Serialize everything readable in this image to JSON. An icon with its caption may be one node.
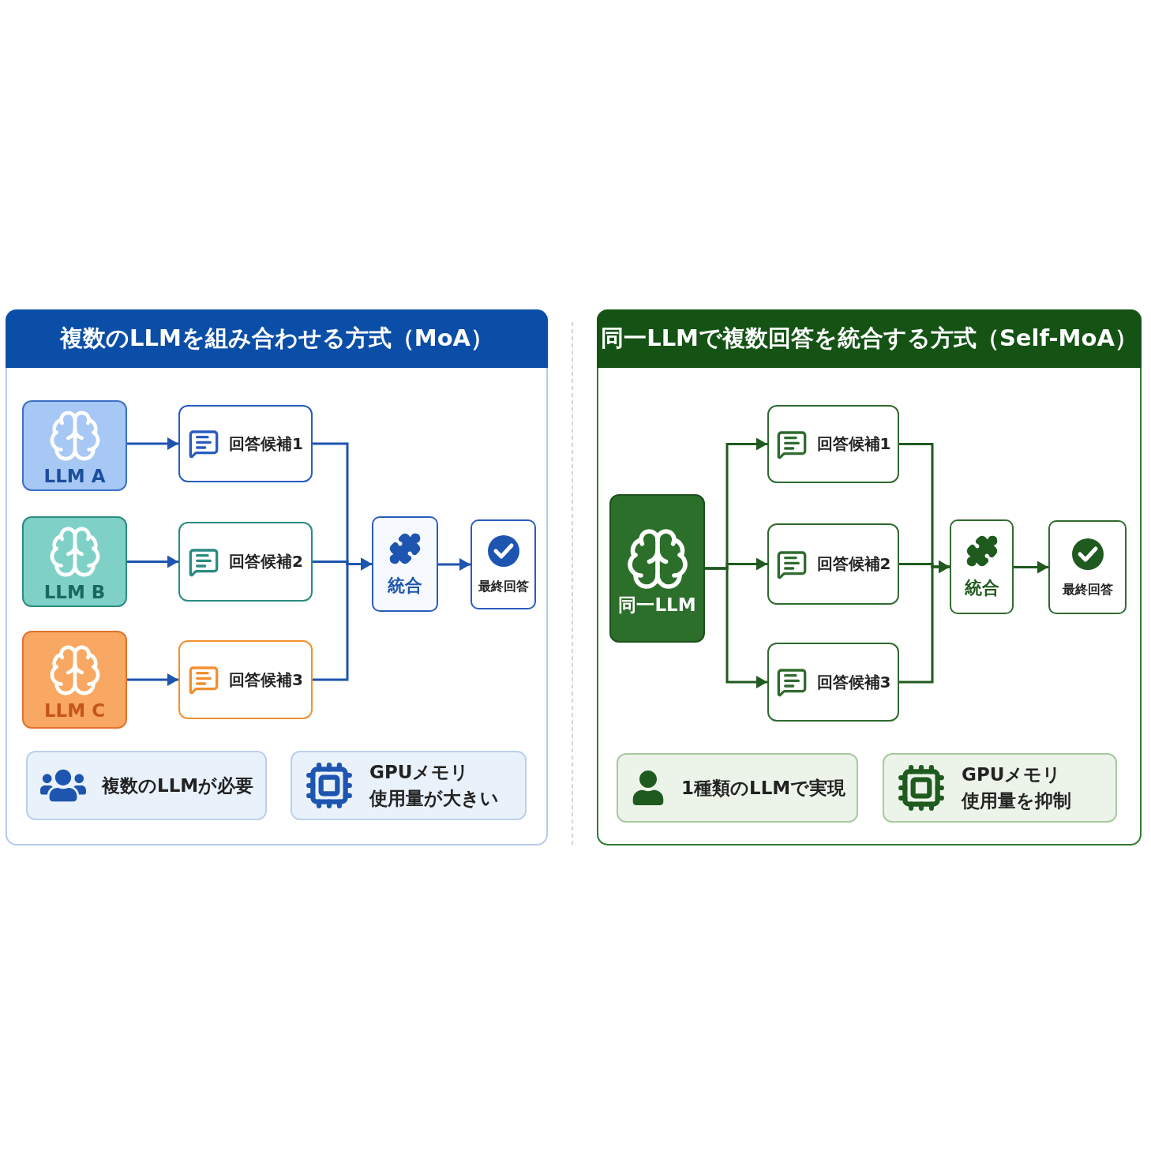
{
  "diagram": {
    "nodes": [
      {
        "text": [
          "複数のLLMを組み合わせる方式（MoA）"
        ]
      },
      {
        "text": [
          "LLM A"
        ],
        "in": 0
      },
      {
        "text": [
          "回答候補1"
        ],
        "in": 0
      },
      {
        "text": [
          "LLM B"
        ],
        "in": 0
      },
      {
        "text": [
          "回答候補2"
        ],
        "in": 0
      },
      {
        "text": [
          "LLM C"
        ],
        "in": 0
      },
      {
        "text": [
          "回答候補3"
        ],
        "in": 0
      },
      {
        "text": [
          "統合"
        ],
        "in": 0
      },
      {
        "text": [
          "最終回答"
        ],
        "in": 0
      },
      {
        "text": [
          "複数のLLMが必要"
        ],
        "in": 0
      },
      {
        "text": [
          "GPUメモリ",
          "使用量が大きい"
        ],
        "in": 0
      },
      {
        "text": [
          "同一LLMで複数回答を統合する方式（Self-MoA）"
        ]
      },
      {
        "text": [
          "同一LLM"
        ],
        "in": 11
      },
      {
        "text": [
          "回答候補1"
        ],
        "in": 11
      },
      {
        "text": [
          "回答候補2"
        ],
        "in": 11
      },
      {
        "text": [
          "回答候補3"
        ],
        "in": 11
      },
      {
        "text": [
          "統合"
        ],
        "in": 11
      },
      {
        "text": [
          "最終回答"
        ],
        "in": 11
      },
      {
        "text": [
          "1種類のLLMで実現"
        ],
        "in": 11
      },
      {
        "text": [
          "GPUメモリ",
          "使用量を抑制"
        ],
        "in": 11
      }
    ],
    "edges": [
      {
        "from": 1,
        "to": 2,
        "arrow": "to",
        "color": "#1d55b0"
      },
      {
        "from": 3,
        "to": 4,
        "arrow": "to",
        "color": "#1d55b0"
      },
      {
        "from": 5,
        "to": 6,
        "arrow": "to",
        "color": "#1d55b0"
      },
      {
        "from": 2,
        "to": 7,
        "arrow": "to",
        "color": "#1d55b0"
      },
      {
        "from": 4,
        "to": 7,
        "arrow": "to",
        "color": "#1d55b0"
      },
      {
        "from": 6,
        "to": 7,
        "arrow": "to",
        "color": "#1d55b0"
      },
      {
        "from": 7,
        "to": 8,
        "arrow": "to",
        "color": "#1d55b0"
      },
      {
        "from": 12,
        "to": 13,
        "arrow": "to",
        "color": "#1f5a1f"
      },
      {
        "from": 12,
        "to": 14,
        "arrow": "to",
        "color": "#1f5a1f"
      },
      {
        "from": 12,
        "to": 15,
        "arrow": "to",
        "color": "#1f5a1f"
      },
      {
        "from": 13,
        "to": 16,
        "arrow": "to",
        "color": "#1f5a1f"
      },
      {
        "from": 14,
        "to": 16,
        "arrow": "to",
        "color": "#1f5a1f"
      },
      {
        "from": 15,
        "to": 16,
        "arrow": "to",
        "color": "#1f5a1f"
      },
      {
        "from": 16,
        "to": 17,
        "arrow": "to",
        "color": "#1f5a1f"
      }
    ]
  }
}
